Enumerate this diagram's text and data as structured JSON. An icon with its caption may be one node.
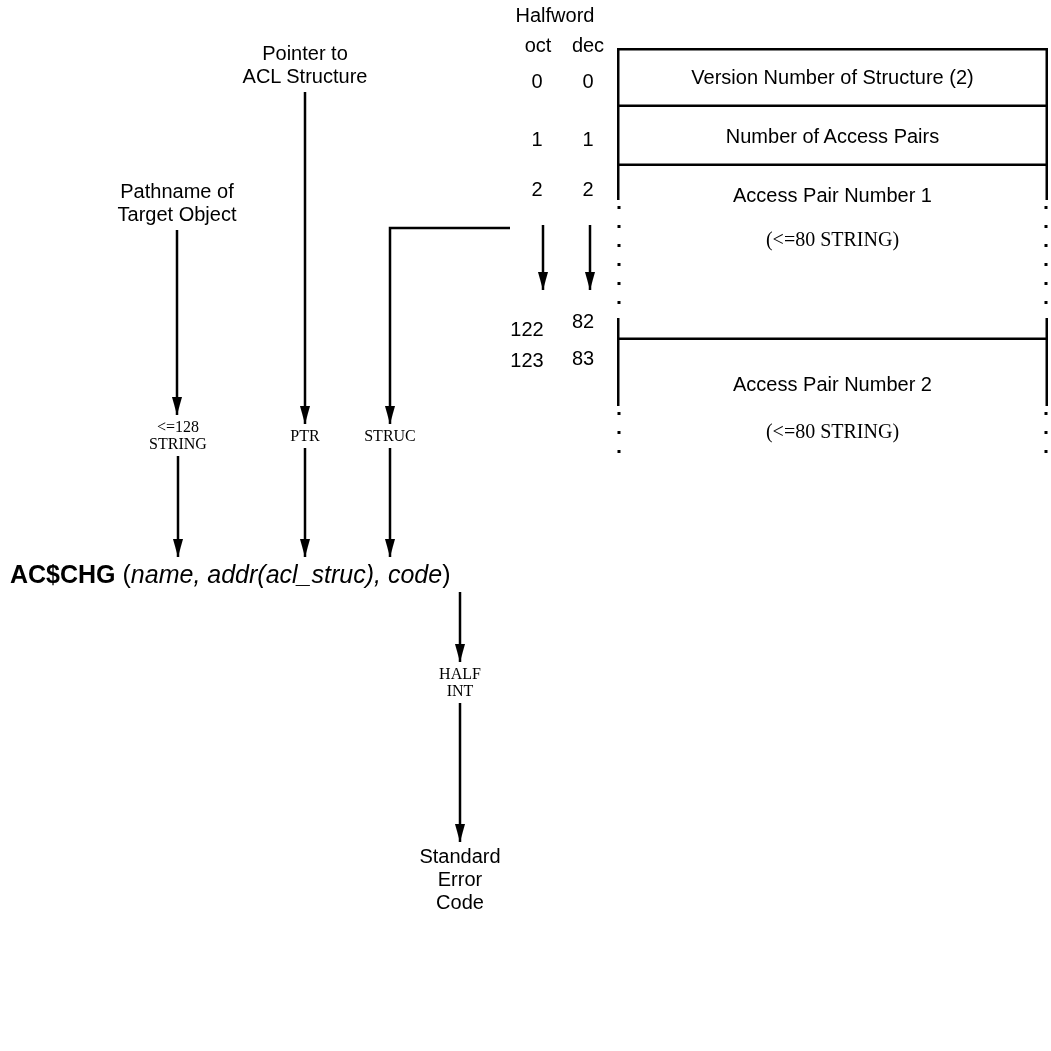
{
  "diagram": {
    "nodes": [
      {
        "text": [
          "Pointer to ACL Structure"
        ]
      },
      {
        "text": [
          "Pathname of Target Object"
        ]
      },
      {
        "text": [
          "<=128 STRING"
        ]
      },
      {
        "text": [
          "PTR"
        ]
      },
      {
        "text": [
          "STRUC"
        ]
      },
      {
        "text": [
          "**AC$CHG** (*name, addr(acl_struc), code*)"
        ]
      },
      {
        "text": [
          "HALF INT"
        ]
      },
      {
        "text": [
          "Standard Error Code"
        ]
      },
      {
        "text": [
          "Version Number of Structure (2)"
        ]
      },
      {
        "text": [
          "Number of Access Pairs"
        ]
      },
      {
        "text": [
          "Access Pair Number 1",
          "(<=80 STRING)"
        ]
      },
      {
        "text": [
          "Access Pair Number 2",
          "(<=80 STRING)"
        ]
      }
    ],
    "edges": [
      {
        "from": 0,
        "to": 3,
        "arrow": "to"
      },
      {
        "from": 1,
        "to": 2,
        "arrow": "to"
      },
      {
        "from": null,
        "to": 4,
        "arrow": "to"
      },
      {
        "from": 2,
        "to": 5,
        "arrow": "to"
      },
      {
        "from": 3,
        "to": 5,
        "arrow": "to"
      },
      {
        "from": 4,
        "to": 5,
        "arrow": "to"
      },
      {
        "from": 5,
        "to": 6,
        "arrow": "to"
      },
      {
        "from": 6,
        "to": 7,
        "arrow": "to"
      }
    ],
    "labels": [
      "Halfword",
      "oct",
      "dec",
      "0",
      "0",
      "1",
      "1",
      "2",
      "2",
      "122",
      "82",
      "123",
      "83"
    ]
  }
}
